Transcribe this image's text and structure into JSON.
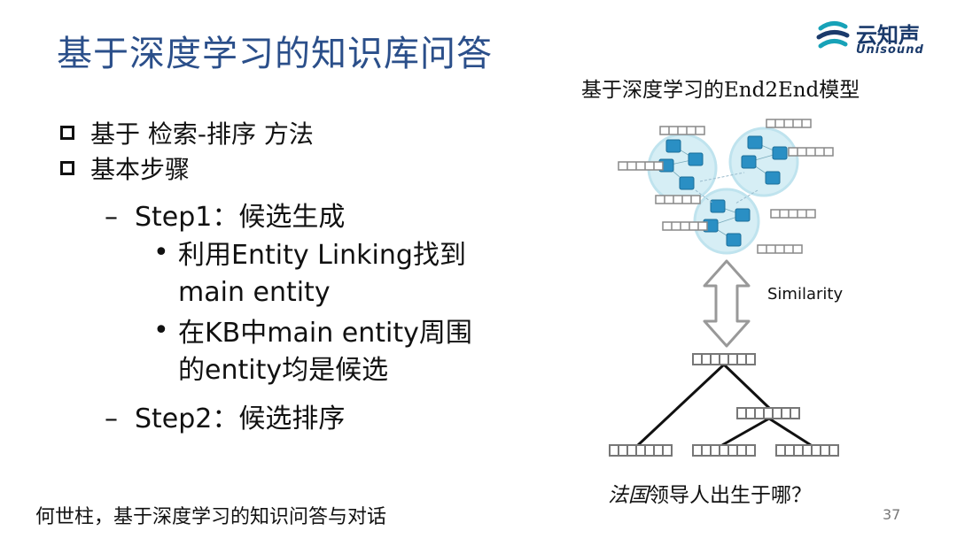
{
  "title": "基于深度学习的知识库问答",
  "logo": {
    "cn": "云知声",
    "en": "Unisound"
  },
  "bullets": {
    "b1": "基于 检索-排序 方法",
    "b2": "基本步骤",
    "step1": "Step1：候选生成",
    "s1a_line1": "利用Entity Linking找到",
    "s1a_line2": "main entity",
    "s1b_line1": "在KB中main entity周围",
    "s1b_line2": "的entity均是候选",
    "step2": "Step2：候选排序"
  },
  "right": {
    "title": "基于深度学习的End2End模型",
    "similarity": "Similarity",
    "question_italic": "法国",
    "question_rest": "领导人出生于哪？"
  },
  "footer": "何世柱，基于深度学习的知识问答与对话",
  "page_number": "37",
  "colors": {
    "title": "#2b4f8a",
    "logo": "#1a3a6b",
    "circle": "#bfe3ee",
    "node": "#2a8fc4",
    "vector_box": "#888888"
  }
}
